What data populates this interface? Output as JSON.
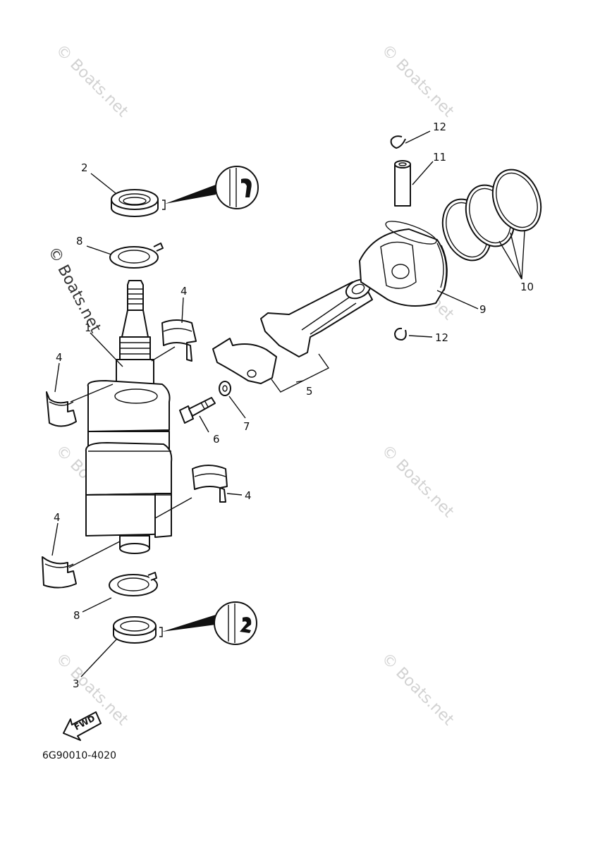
{
  "watermark": "© Boats.net",
  "diagram_code": "6G90010-4020",
  "fwd_label": "FWD",
  "callouts": {
    "c1": "1",
    "c2": "2",
    "c3": "3",
    "c4a": "4",
    "c4b": "4",
    "c4c": "4",
    "c4d": "4",
    "c5": "5",
    "c6": "6",
    "c7": "7",
    "c8a": "8",
    "c8b": "8",
    "c9": "9",
    "c10": "10",
    "c11": "11",
    "c12a": "12",
    "c12b": "12"
  }
}
